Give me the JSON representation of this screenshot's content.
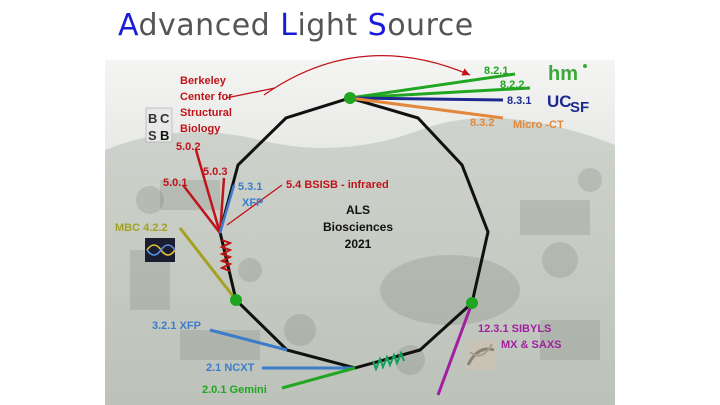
{
  "title": {
    "parts": [
      {
        "initial": "A",
        "rest": "dvanced "
      },
      {
        "initial": "L",
        "rest": "ight "
      },
      {
        "initial": "S",
        "rest": "ource"
      }
    ]
  },
  "center_label": [
    "ALS",
    "Biosciences",
    "2021"
  ],
  "bcsb_label": [
    "Berkeley",
    "Center for",
    "Structural",
    "Biology"
  ],
  "beamlines": {
    "bl_821": "8.2.1",
    "bl_822": "8.2.2",
    "bl_831": "8.3.1",
    "bl_832": "8.3.2",
    "micro_ct": "Micro -CT",
    "bl_502": "5.0.2",
    "bl_503": "5.0.3",
    "bl_501": "5.0.1",
    "bl_531": "5.3.1",
    "xfp": "XFP",
    "bl_54": "5.4 BSISB - infrared",
    "mbc": "MBC 4.2.2",
    "bl_321": "3.2.1 XFP",
    "bl_21": "2.1  NCXT",
    "bl_201": "2.0.1 Gemini",
    "sibyls_1": "12.3.1 SIBYLS",
    "sibyls_2": "MX & SAXS"
  },
  "logos": {
    "hm": "hm",
    "ucsf_uc": "UC",
    "ucsf_sf": "SF",
    "bcsb_letters": [
      "B",
      "C",
      "S",
      "B"
    ]
  },
  "colors": {
    "title_gray": "#555555",
    "title_initial": "#1a1adb",
    "ring": "#111111",
    "node": "#1fa51f",
    "red_beam": "#c0131a",
    "blue_beam": "#3d7cc9",
    "green_beam": "#21a621",
    "navy_beam": "#1c2a8f",
    "orange_beam": "#e3873a",
    "olive_beam": "#a3a223",
    "purple_beam": "#a020a0",
    "undulator_red": "#c01010",
    "undulator_green": "#0fa05a"
  }
}
